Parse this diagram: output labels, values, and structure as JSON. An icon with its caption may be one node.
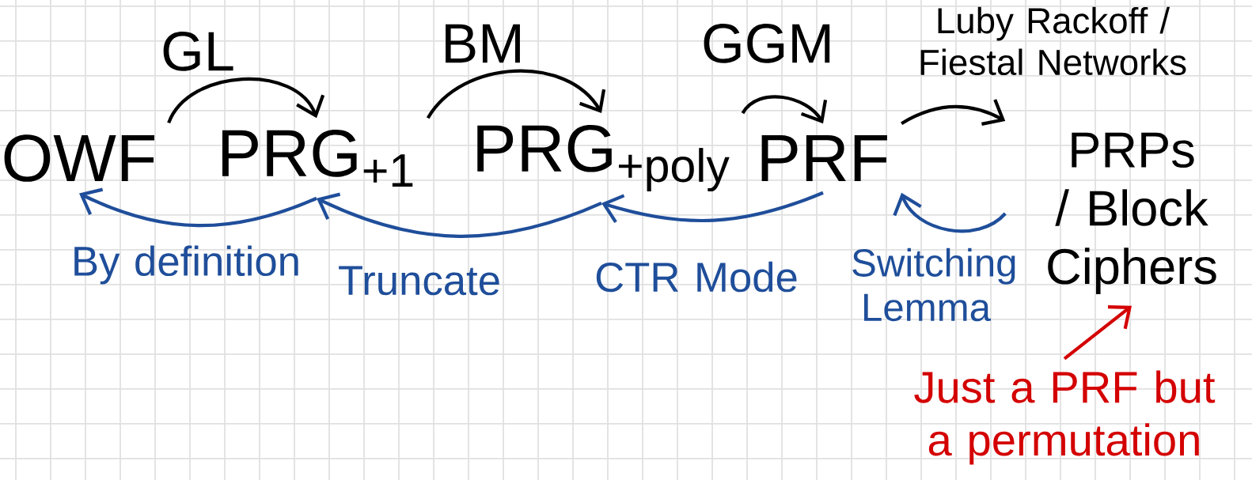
{
  "diagram": {
    "nodes": [
      {
        "text": [
          "OWF"
        ]
      },
      {
        "text": [
          "PRG$_{+1}$"
        ]
      },
      {
        "text": [
          "PRG$_{+poly}$"
        ]
      },
      {
        "text": [
          "PRF"
        ]
      },
      {
        "text": [
          "PRPs / Block Ciphers"
        ]
      },
      {
        "text": [
          "Just a PRF but a permutation"
        ]
      }
    ],
    "edges": [
      {
        "from": 0,
        "to": 1,
        "arrow": "to",
        "label": "GL"
      },
      {
        "from": 1,
        "to": 2,
        "arrow": "to",
        "label": "BM"
      },
      {
        "from": 2,
        "to": 3,
        "arrow": "to",
        "label": "GGM"
      },
      {
        "from": 3,
        "to": 4,
        "arrow": "to",
        "label": "Luby Rackoff / Fiestal Networks"
      },
      {
        "from": 1,
        "to": 0,
        "arrow": "to",
        "label": "By definition",
        "color": "#1f4e9a"
      },
      {
        "from": 2,
        "to": 1,
        "arrow": "to",
        "label": "Truncate",
        "color": "#1f4e9a"
      },
      {
        "from": 3,
        "to": 2,
        "arrow": "to",
        "label": "CTR Mode",
        "color": "#1f4e9a"
      },
      {
        "from": 4,
        "to": 3,
        "arrow": "to",
        "label": "Switching Lemma",
        "color": "#1f4e9a"
      },
      {
        "from": 5,
        "to": 4,
        "arrow": "to",
        "color": "#d40000"
      }
    ]
  }
}
